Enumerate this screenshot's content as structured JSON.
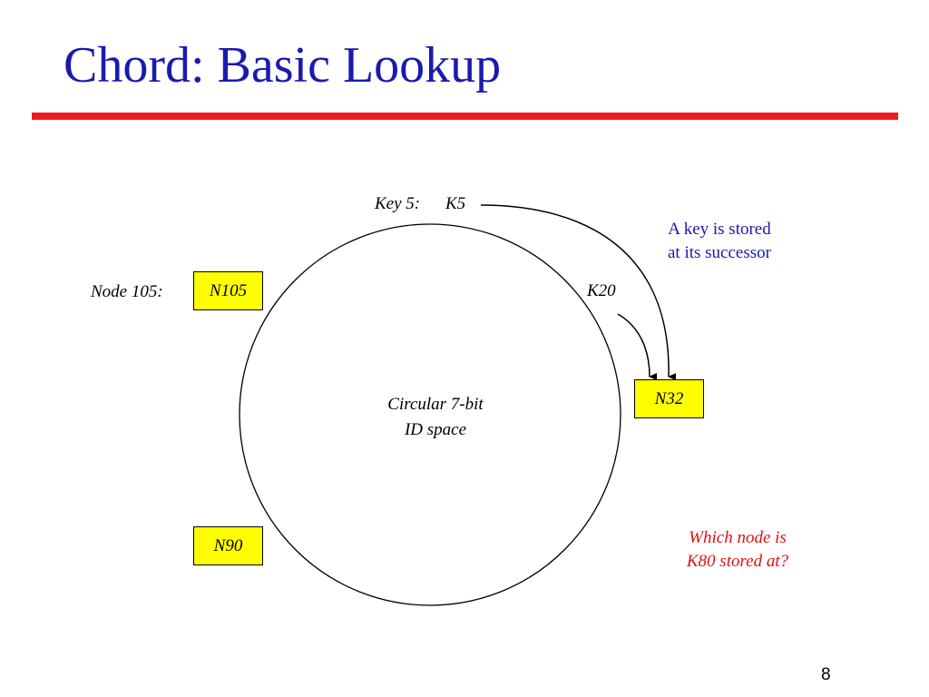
{
  "slide": {
    "title": "Chord: Basic Lookup",
    "page_number": "8"
  },
  "diagram": {
    "key5_label": "Key 5:",
    "key5_name": "K5",
    "k20_label": "K20",
    "node105_label": "Node 105:",
    "nodes": {
      "n105": "N105",
      "n32": "N32",
      "n90": "N90"
    },
    "circle_text_line1": "Circular 7-bit",
    "circle_text_line2": "ID space",
    "note_line1": "A key is stored",
    "note_line2": "at its successor",
    "question_line1": "Which node is",
    "question_line2": "K80 stored at?"
  },
  "colors": {
    "title": "#1a1aae",
    "rule": "#ee1c1c",
    "node_fill": "#ffff00",
    "note": "#1a1aae",
    "question": "#e01010"
  }
}
